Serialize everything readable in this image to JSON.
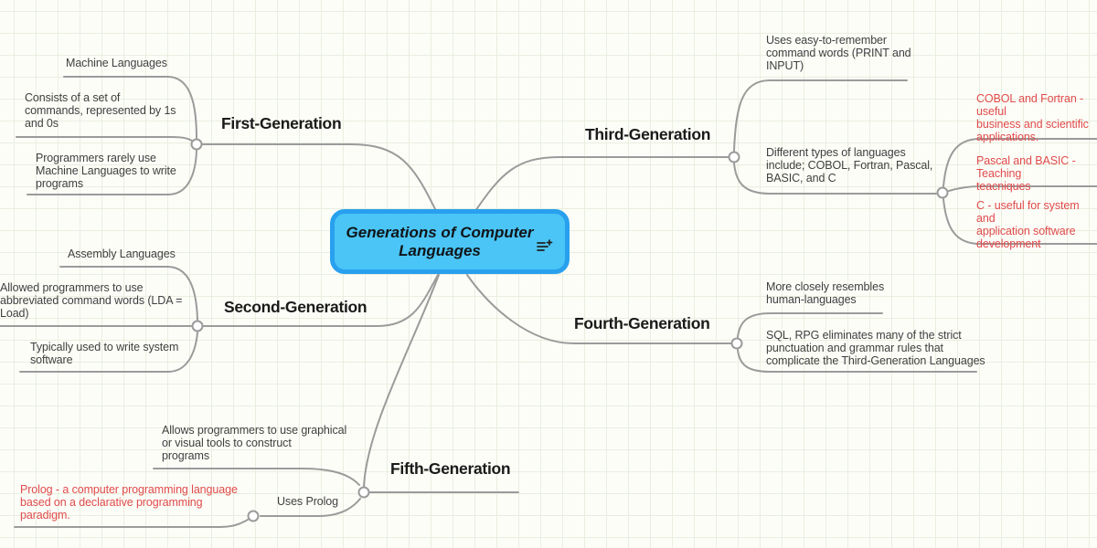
{
  "canvas": {
    "background": "#FDFDF8",
    "grid_color": "#E8EFDF",
    "line_color": "#9B9B9B",
    "text_color": "#3F3F3F",
    "highlight_text_color": "#E04B4B"
  },
  "center_node": {
    "title": "Generations of Computer\nLanguages",
    "fill": "#4AC5F6",
    "border": "#29A0EE",
    "note_icon": "note-add-icon"
  },
  "branches": {
    "first": {
      "label": "First-Generation",
      "children": {
        "machine": "Machine Languages",
        "consists": "Consists of a set of\ncommands, represented by 1s\nand 0s",
        "programmers": "Programmers rarely use\nMachine Languages to write\nprograms"
      }
    },
    "second": {
      "label": "Second-Generation",
      "children": {
        "assembly": "Assembly Languages",
        "allowed": "Allowed programmers to use\nabbreviated command words (LDA =\nLoad)",
        "typically": "Typically used to write system\nsoftware"
      }
    },
    "third": {
      "label": "Third-Generation",
      "children": {
        "uses_easy": "Uses easy-to-remember\ncommand words (PRINT and\nINPUT)",
        "different": "Different types of languages\ninclude; COBOL, Fortran, Pascal,\nBASIC, and C",
        "cobol": "COBOL and Fortran - useful\nbusiness and scientific\napplications.",
        "pascal": "Pascal and BASIC - Teaching\nteacniques",
        "c_useful": "C - useful for system and\napplication software\ndevelopment"
      }
    },
    "fourth": {
      "label": "Fourth-Generation",
      "children": {
        "more_closely": "More closely resembles\nhuman-languages",
        "sql": "SQL, RPG eliminates many of the strict\npunctuation and grammar rules that\ncomplicate the Third-Generation Languages"
      }
    },
    "fifth": {
      "label": "Fifth-Generation",
      "children": {
        "allows": "Allows programmers to use graphical\nor visual tools to construct\nprograms",
        "uses_prolog": "Uses Prolog",
        "prolog": "Prolog - a computer programming language\nbased on a declarative programming\nparadigm."
      }
    }
  }
}
